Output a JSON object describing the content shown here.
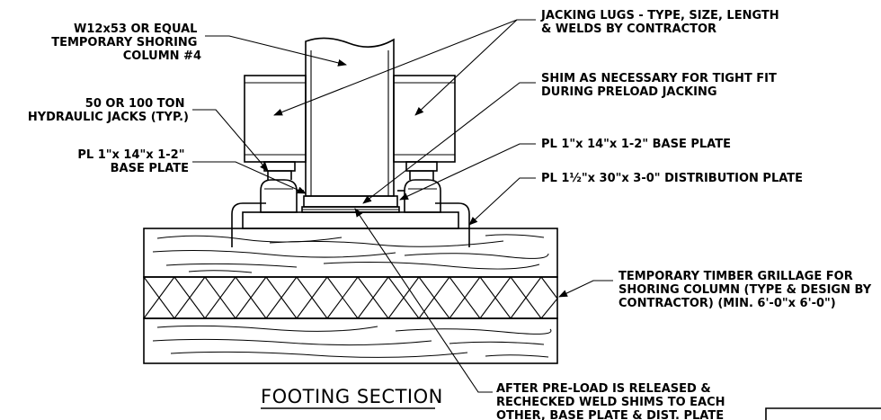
{
  "drawing": {
    "title": "FOOTING SECTION",
    "labels": {
      "column": [
        "W12x53 OR EQUAL",
        "TEMPORARY SHORING",
        "COLUMN #4"
      ],
      "jacks": [
        "50 OR 100 TON",
        "HYDRAULIC JACKS (TYP.)"
      ],
      "base_plate_left": [
        "PL 1\"x 14\"x 1-2\"",
        "BASE PLATE"
      ],
      "jacking_lugs": [
        "JACKING LUGS - TYPE, SIZE, LENGTH",
        "& WELDS BY CONTRACTOR"
      ],
      "shim": [
        "SHIM AS NECESSARY FOR TIGHT FIT",
        "DURING PRELOAD JACKING"
      ],
      "base_plate_right": "PL 1\"x 14\"x 1-2\" BASE PLATE",
      "distribution_plate": "PL 1½\"x 30\"x 3-0\" DISTRIBUTION PLATE",
      "grillage": [
        "TEMPORARY TIMBER GRILLAGE FOR",
        "SHORING COLUMN (TYPE & DESIGN BY",
        "CONTRACTOR) (MIN. 6'-0\"x 6'-0\")"
      ],
      "after_preload": [
        "AFTER PRE-LOAD IS RELEASED &",
        "RECHECKED WELD SHIMS TO EACH",
        "OTHER, BASE PLATE & DIST. PLATE"
      ]
    }
  }
}
